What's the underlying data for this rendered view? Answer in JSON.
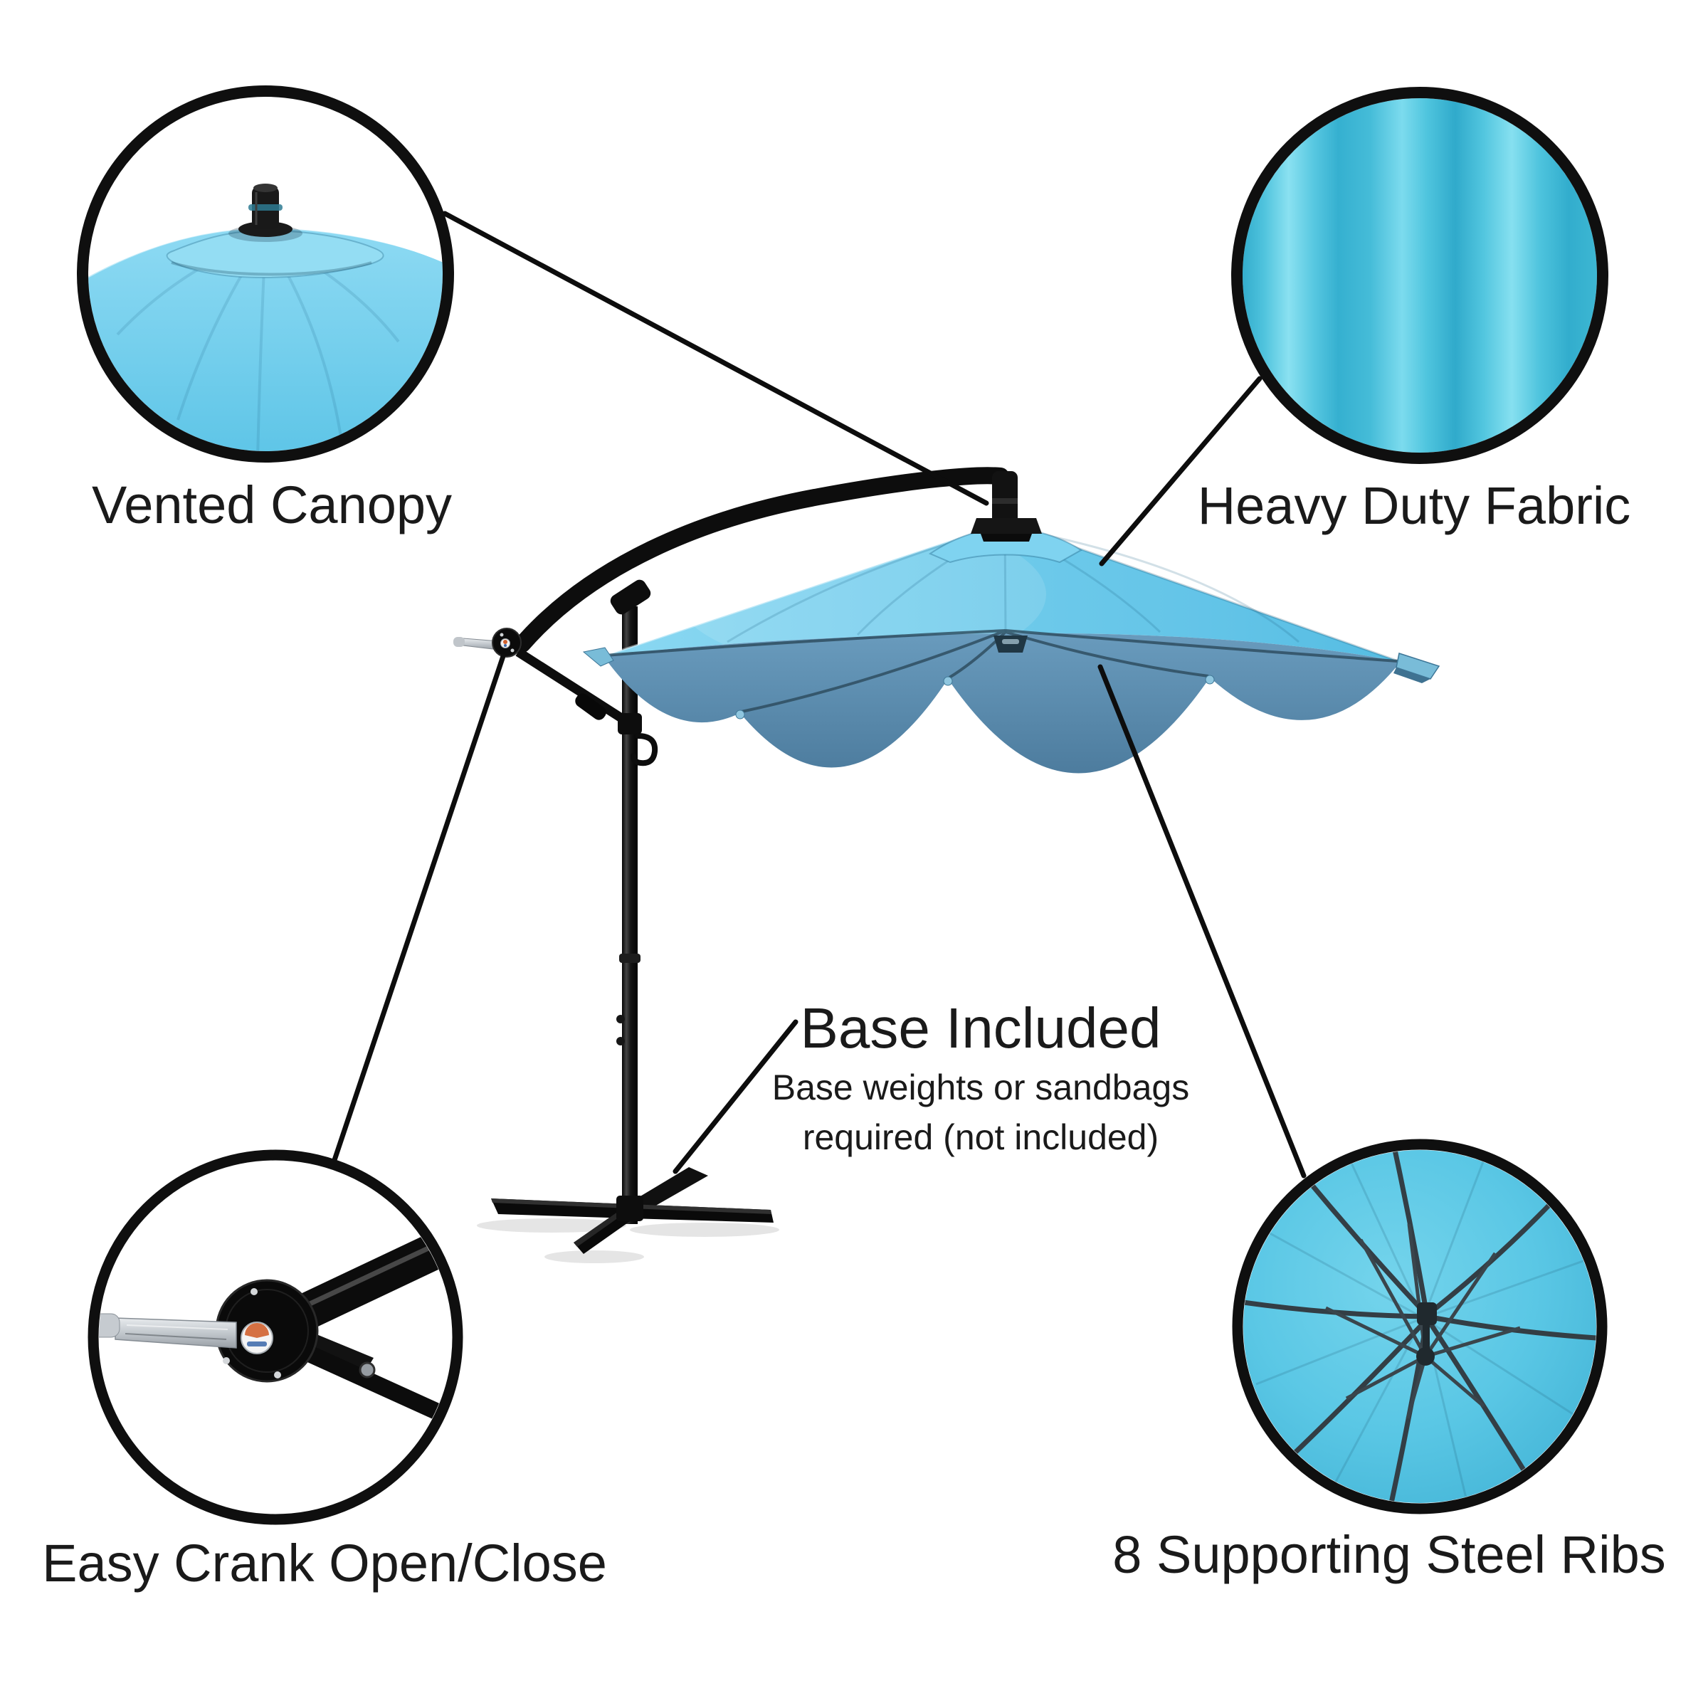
{
  "diagram": {
    "subject": "offset cantilever patio umbrella feature diagram",
    "callouts": {
      "vented_canopy": {
        "label": "Vented Canopy"
      },
      "heavy_duty_fabric": {
        "label": "Heavy Duty Fabric"
      },
      "easy_crank": {
        "label": "Easy Crank Open/Close"
      },
      "steel_ribs": {
        "label": "8 Supporting Steel Ribs"
      }
    },
    "base_callout": {
      "title": "Base Included",
      "note_line1": "Base weights or sandbags",
      "note_line2": "required (not included)"
    },
    "colors": {
      "canopy_top": "#6fcbea",
      "canopy_underside": "#5e93b6",
      "fabric_swatch": "#49c0db",
      "ribs_panel": "#57c5e4",
      "frame_black": "#0d0d0d",
      "crank_silver": "#c6cbd1",
      "text": "#1a1a1a",
      "background": "#ffffff"
    }
  }
}
